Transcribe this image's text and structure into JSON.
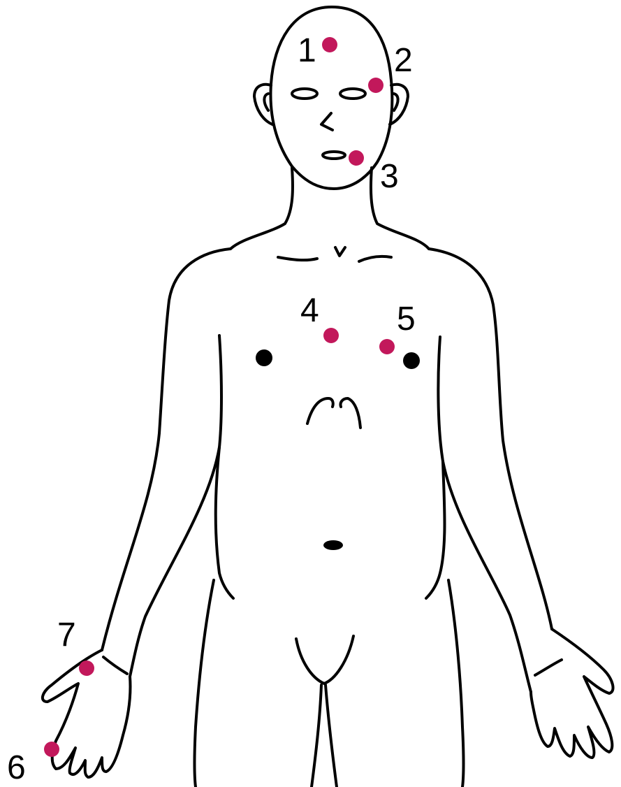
{
  "colors": {
    "marker": "#c2185b",
    "outline": "#000000",
    "background": "#ffffff"
  },
  "markers": [
    {
      "id": 1,
      "label": "1"
    },
    {
      "id": 2,
      "label": "2"
    },
    {
      "id": 3,
      "label": "3"
    },
    {
      "id": 4,
      "label": "4"
    },
    {
      "id": 5,
      "label": "5"
    },
    {
      "id": 6,
      "label": "6"
    },
    {
      "id": 7,
      "label": "7"
    }
  ]
}
